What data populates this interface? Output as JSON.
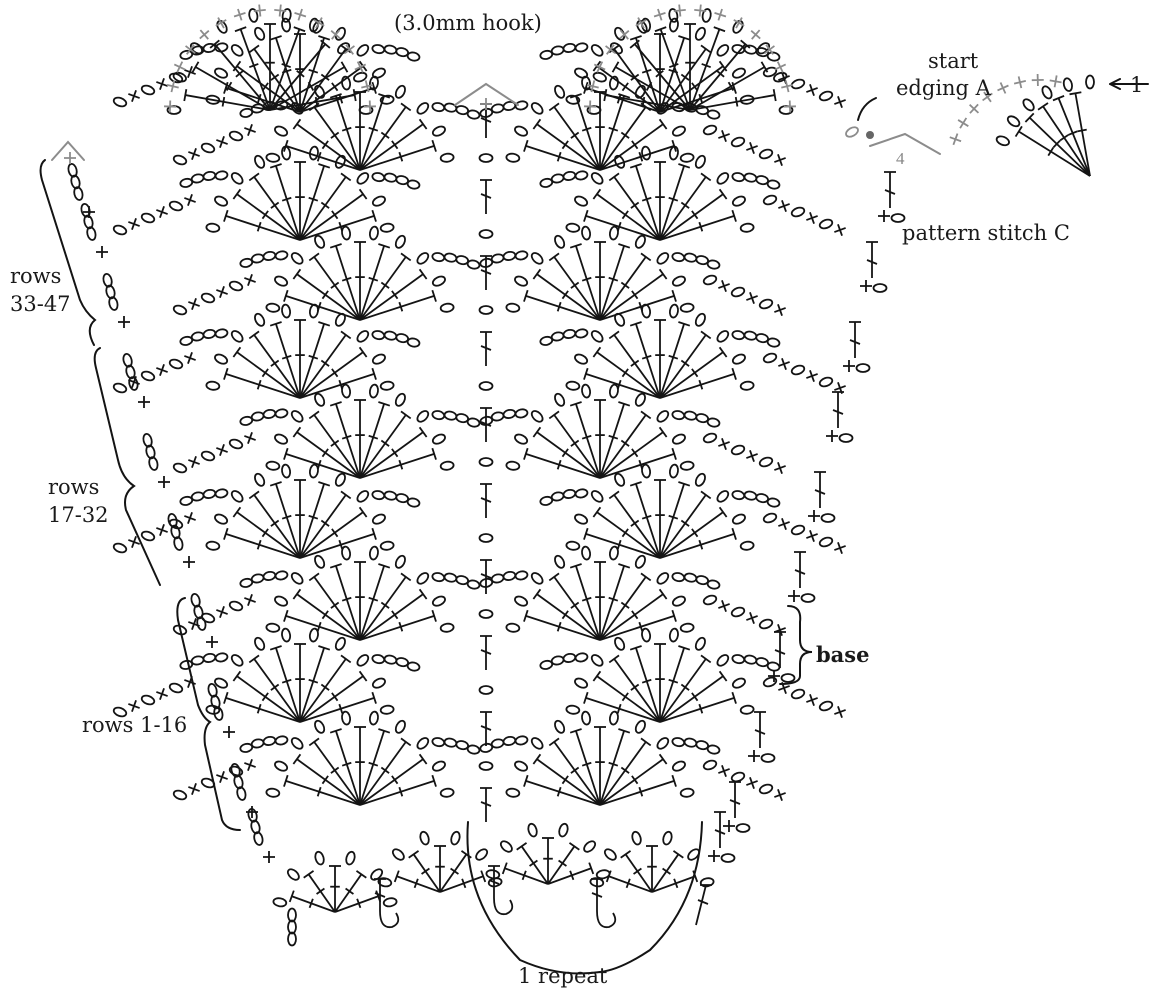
{
  "labels": {
    "hook": "(3.0mm hook)",
    "start_line1": "start",
    "start_line2": "edging A",
    "row_marker_1": "1",
    "pattern_stitch": "pattern stitch C",
    "rows_33_47_a": "rows",
    "rows_33_47_b": "33-47",
    "rows_17_32_a": "rows",
    "rows_17_32_b": "17-32",
    "rows_1_16": "rows 1-16",
    "base": "base",
    "repeat": "1 repeat",
    "small_4": "4"
  },
  "colors": {
    "ink": "#141414",
    "edging_gray": "#8c8c8c",
    "background": "#ffffff"
  }
}
